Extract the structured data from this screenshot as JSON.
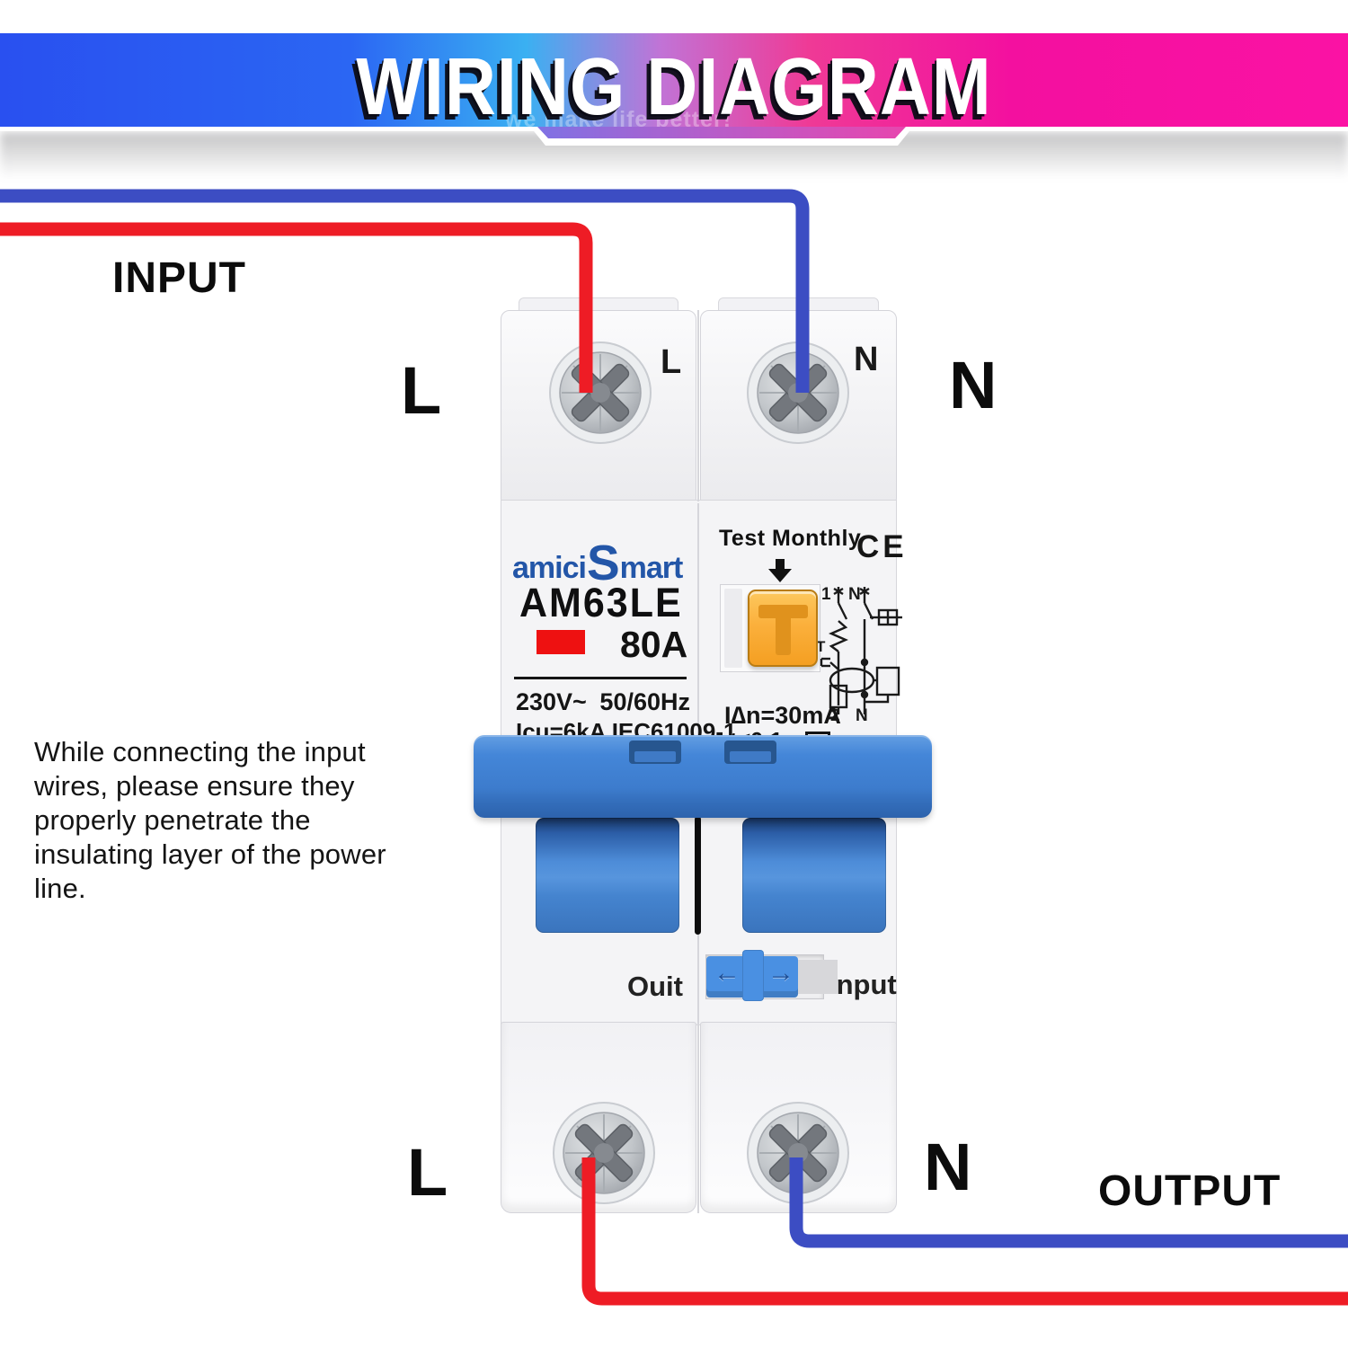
{
  "banner": {
    "title": "WIRING DIAGRAM",
    "watermark": "we make life better!"
  },
  "wiring": {
    "input_label": "INPUT",
    "output_label": "OUTPUT",
    "top_line_label": "L",
    "top_neutral_label": "N",
    "bottom_line_label": "L",
    "bottom_neutral_label": "N",
    "wire_live_color": "#ee1c25",
    "wire_neutral_color": "#3c4dc3"
  },
  "note": "While connecting the input\nwires, please ensure they\nproperly penetrate the\ninsulating layer of the power\nline.",
  "breaker": {
    "terminal_live": "L",
    "terminal_neutral": "N",
    "brand_prefix": "amici",
    "brand_s": "S",
    "brand_suffix": "mart",
    "model": "AM63LE",
    "rating": "80A",
    "voltage": "230V~",
    "frequency": "50/60Hz",
    "spec_line": "Icu=6kA IEC61009-1",
    "test_label": "Test Monthly",
    "ce_mark": "CE",
    "residual_current": "I∆n=30mA",
    "trip_time": "t≤0.1s",
    "switch_out_label": "Ouit",
    "switch_in_label": "Input",
    "schematic": {
      "pole1": "1",
      "pole1n": "N",
      "test": "T",
      "pole2": "2",
      "pole2n": "N"
    },
    "colors": {
      "brand_blue": "#2356a8",
      "indicator_red": "#ee1111",
      "button_orange": "#fbb03c",
      "lockout_blue": "#4486d8"
    }
  }
}
